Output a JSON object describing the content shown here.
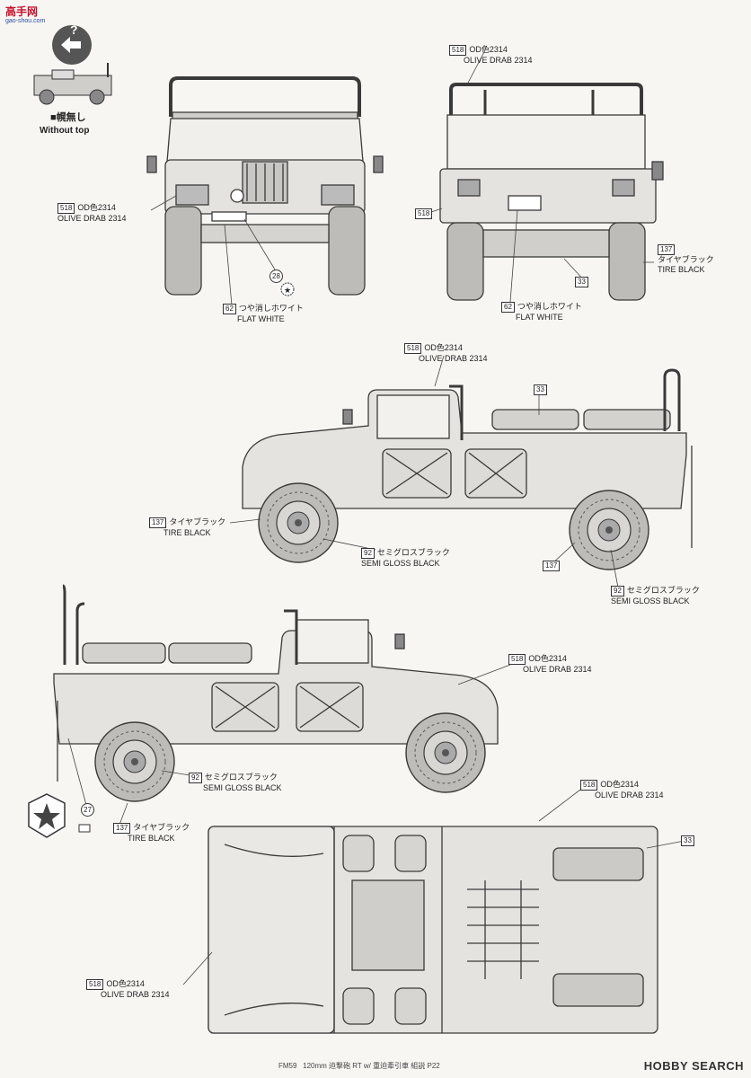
{
  "watermark": {
    "title": "高手网",
    "url": "gao-shou.com"
  },
  "badge": {
    "title_jp": "■幌無し",
    "title_en": "Without top"
  },
  "colors": {
    "line": "#3a3a3a",
    "fill": "#e4e3df",
    "tire": "#bdbcb8",
    "brand": "#c8102e"
  },
  "callouts": {
    "front_od": {
      "num": "518",
      "jp": "OD色2314",
      "en": "OLIVE DRAB 2314"
    },
    "front_62": {
      "num": "62",
      "jp": "つや消しホワイト",
      "en": "FLAT WHITE"
    },
    "front_28": {
      "num": "28"
    },
    "rear_od": {
      "num": "518",
      "jp": "OD色2314",
      "en": "OLIVE DRAB 2314"
    },
    "rear_518": {
      "num": "518"
    },
    "rear_62": {
      "num": "62",
      "jp": "つや消しホワイト",
      "en": "FLAT WHITE"
    },
    "rear_33": {
      "num": "33"
    },
    "rear_137": {
      "num": "137",
      "jp": "タイヤブラック",
      "en": "TIRE BLACK"
    },
    "side1_od": {
      "num": "518",
      "jp": "OD色2314",
      "en": "OLIVE DRAB 2314"
    },
    "side1_33": {
      "num": "33"
    },
    "side1_137": {
      "num": "137",
      "jp": "タイヤブラック",
      "en": "TIRE BLACK"
    },
    "side1_92a": {
      "num": "92",
      "jp": "セミグロスブラック",
      "en": "SEMI GLOSS BLACK"
    },
    "side1_137b": {
      "num": "137"
    },
    "side1_92b": {
      "num": "92",
      "jp": "セミグロスブラック",
      "en": "SEMI GLOSS BLACK"
    },
    "side2_od": {
      "num": "518",
      "jp": "OD色2314",
      "en": "OLIVE DRAB 2314"
    },
    "side2_92": {
      "num": "92",
      "jp": "セミグロスブラック",
      "en": "SEMI GLOSS BLACK"
    },
    "side2_27": {
      "num": "27"
    },
    "side2_137": {
      "num": "137",
      "jp": "タイヤブラック",
      "en": "TIRE BLACK"
    },
    "top_od1": {
      "num": "518",
      "jp": "OD色2314",
      "en": "OLIVE DRAB 2314"
    },
    "top_33": {
      "num": "33"
    },
    "top_od2": {
      "num": "518",
      "jp": "OD色2314",
      "en": "OLIVE DRAB 2314"
    }
  },
  "footer": {
    "code": "FM59",
    "text": "120mm 迫撃砲 RT w/ 重迫牽引車 組説 P22"
  },
  "brand": {
    "name": "HOBBY SEARCH"
  }
}
